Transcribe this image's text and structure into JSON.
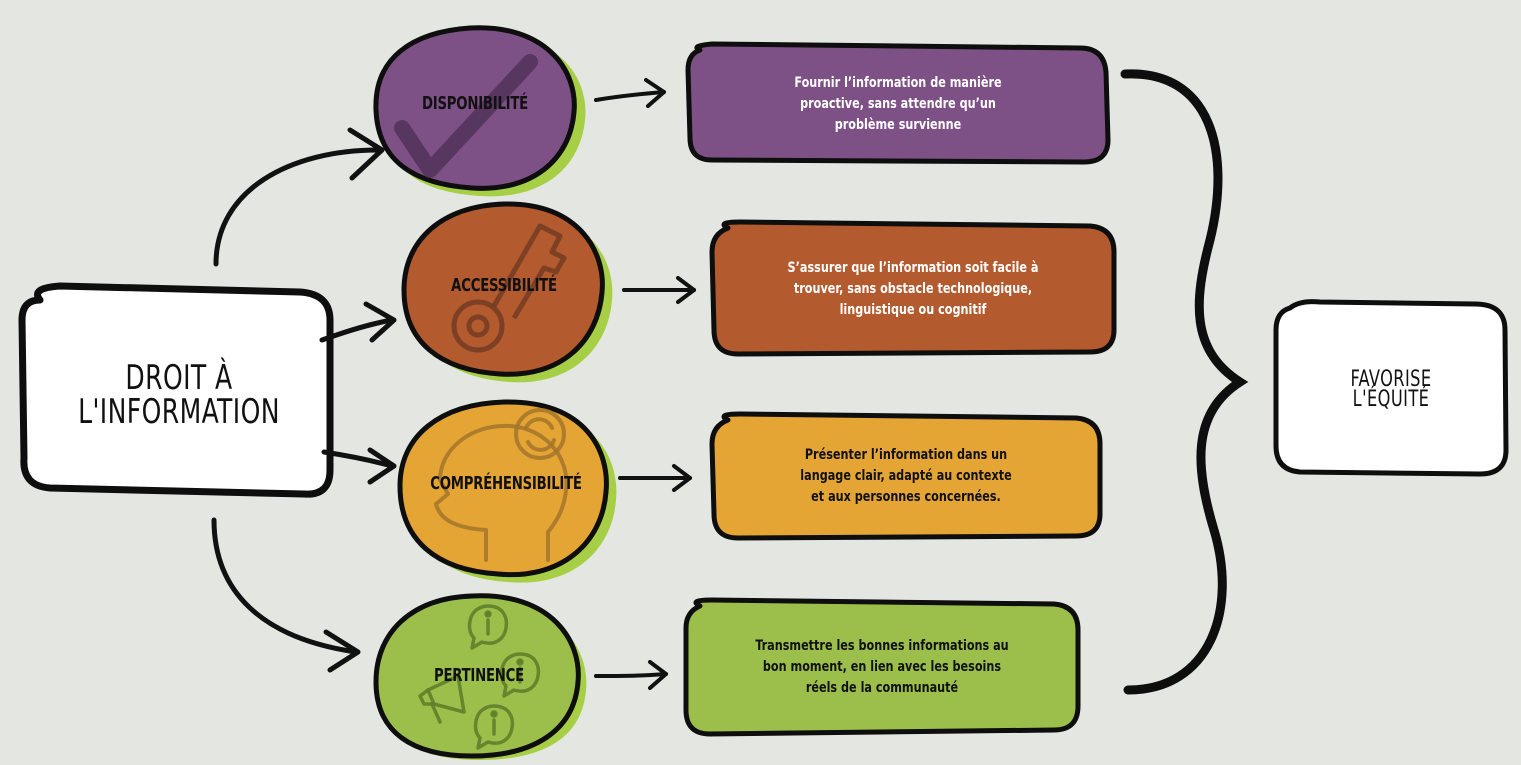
{
  "colors": {
    "background": "#e4e7e1",
    "outline": "#0e0e0e",
    "purple": "#7e5186",
    "rust": "#b35a2e",
    "orange": "#e4a535",
    "green": "#9cbf4c",
    "shadow_green": "#a6cf45",
    "white": "#ffffff"
  },
  "left_box": {
    "label": "DROIT À\nL'INFORMATION"
  },
  "right_box": {
    "label": "FAVORISE\nL'ÉQUITÉ"
  },
  "pillars": [
    {
      "label": "DISPONIBILITÉ",
      "icon": "checkmark-icon",
      "color": "purple",
      "description": "Fournir l’information de manière\nproactive, sans attendre qu’un\nproblème survienne"
    },
    {
      "label": "ACCESSIBILITÉ",
      "icon": "key-icon",
      "color": "rust",
      "description": "S’assurer que l’information soit facile à\ntrouver, sans obstacle technologique,\nlinguistique ou cognitif"
    },
    {
      "label": "COMPRÉHENSIBILITÉ",
      "icon": "head-refresh-icon",
      "color": "orange",
      "description": "Présenter l’information dans un\nlangage clair, adapté au contexte\net aux personnes concernées."
    },
    {
      "label": "PERTINENCE",
      "icon": "info-megaphone-icon",
      "color": "green",
      "description": "Transmettre les bonnes informations au\nbon moment, en lien avec les besoins\nréels de la communauté"
    }
  ]
}
